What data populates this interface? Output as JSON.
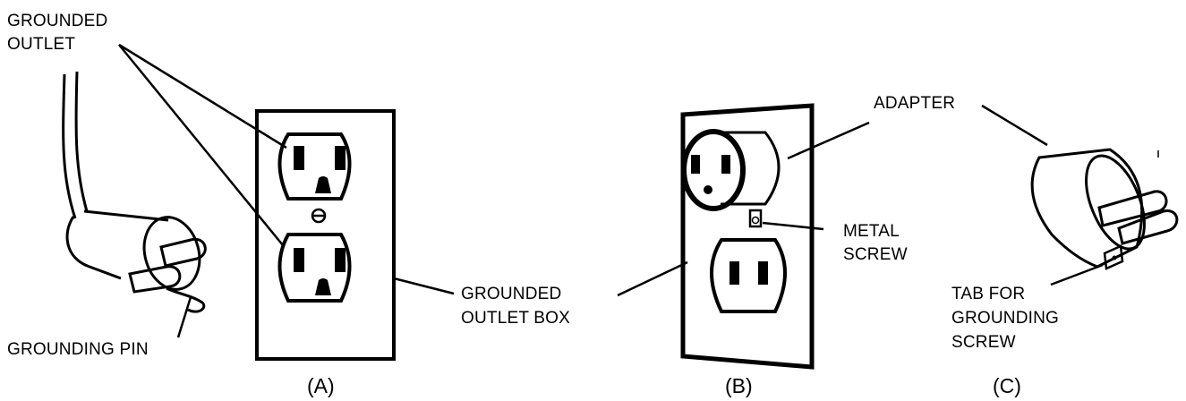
{
  "labels": {
    "grounded_outlet_1": "GROUNDED",
    "grounded_outlet_2": "OUTLET",
    "grounding_pin": "GROUNDING PIN",
    "grounded_box_1": "GROUNDED",
    "grounded_box_2": "OUTLET BOX",
    "adapter": "ADAPTER",
    "metal_screw_1": "METAL",
    "metal_screw_2": "SCREW",
    "tab_1": "TAB FOR",
    "tab_2": "GROUNDING",
    "tab_3": "SCREW"
  },
  "panels": {
    "a": "(A)",
    "b": "(B)",
    "c": "(C)"
  },
  "colors": {
    "ink": "#000000",
    "background": "#ffffff"
  }
}
